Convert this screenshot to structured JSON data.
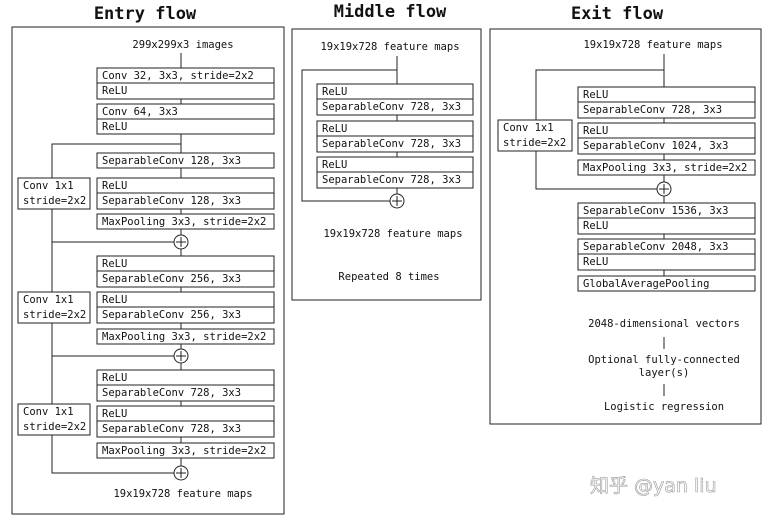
{
  "titles": {
    "entry": "Entry flow",
    "middle": "Middle flow",
    "exit": "Exit flow"
  },
  "entry": {
    "input": "299x299x3 images",
    "b1": [
      "Conv 32, 3x3, stride=2x2",
      "ReLU"
    ],
    "b2": [
      "Conv 64, 3x3",
      "ReLU"
    ],
    "blk1": [
      "SeparableConv 128, 3x3",
      "ReLU",
      "SeparableConv 128, 3x3",
      "MaxPooling 3x3, stride=2x2"
    ],
    "blk2": [
      "ReLU",
      "SeparableConv 256, 3x3",
      "ReLU",
      "SeparableConv 256, 3x3",
      "MaxPooling 3x3, stride=2x2"
    ],
    "blk3": [
      "ReLU",
      "SeparableConv 728, 3x3",
      "ReLU",
      "SeparableConv 728, 3x3",
      "MaxPooling 3x3, stride=2x2"
    ],
    "skip": [
      "Conv 1x1",
      "stride=2x2"
    ],
    "output": "19x19x728 feature maps"
  },
  "middle": {
    "input": "19x19x728 feature maps",
    "relu": "ReLU",
    "sep": "SeparableConv 728, 3x3",
    "output": "19x19x728 feature maps",
    "repeat": "Repeated 8 times"
  },
  "exit": {
    "input": "19x19x728 feature maps",
    "blk1": [
      "ReLU",
      "SeparableConv 728, 3x3",
      "ReLU",
      "SeparableConv 1024, 3x3",
      "MaxPooling 3x3, stride=2x2"
    ],
    "skip": [
      "Conv 1x1",
      "stride=2x2"
    ],
    "blk2": [
      "SeparableConv 1536, 3x3",
      "ReLU",
      "SeparableConv 2048, 3x3",
      "ReLU",
      "GlobalAveragePooling"
    ],
    "vectors": "2048-dimensional vectors",
    "fc": [
      "Optional fully-connected",
      "layer(s)"
    ],
    "logistic": "Logistic regression"
  },
  "watermark": "知乎 @yan liu"
}
